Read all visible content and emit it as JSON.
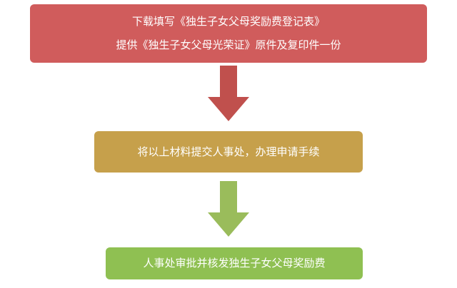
{
  "diagram": {
    "type": "flowchart",
    "steps": {
      "step1": {
        "lines": [
          "下载填写《独生子女父母奖励费登记表》",
          "提供《独生子女父母光荣证》原件及复印件一份"
        ]
      },
      "step2": {
        "label": "将以上材料提交人事处，办理申请手续"
      },
      "step3": {
        "label": "人事处审批并核发独生子女父母奖励费"
      }
    }
  },
  "colors": {
    "step1-bg": "#d05c5c",
    "step2-bg": "#c6a04b",
    "step3-bg": "#8fc052",
    "arrow1": "#c0504d",
    "arrow2": "#9abc5b"
  }
}
